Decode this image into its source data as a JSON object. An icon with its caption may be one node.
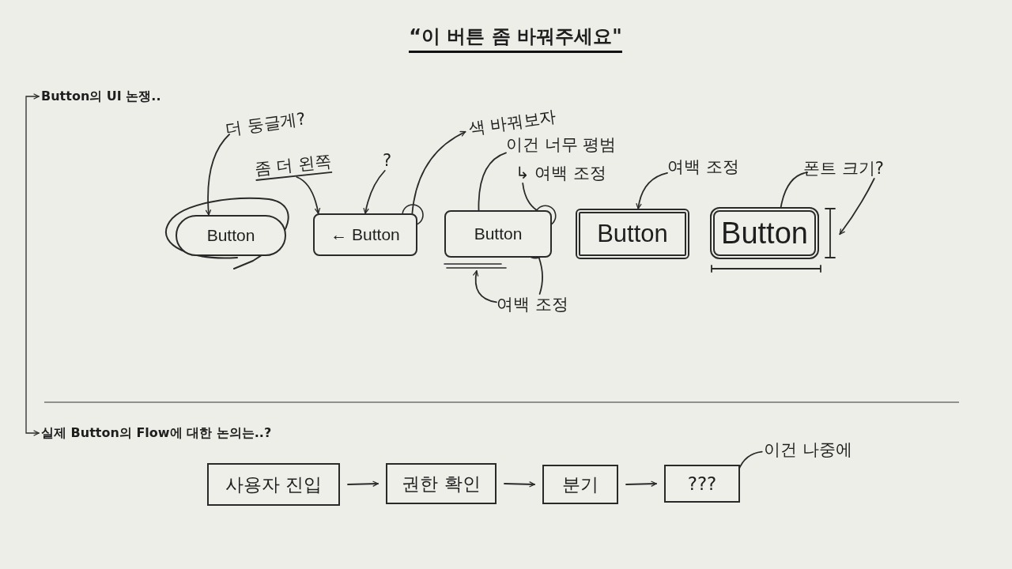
{
  "diagram": {
    "title": "“이 버튼 좀 바꿔주세요\"",
    "nodes": [
      {
        "text": [
          "Button의 UI 논쟁.."
        ]
      },
      {
        "text": [
          "Button"
        ]
      },
      {
        "text": [
          "← Button"
        ]
      },
      {
        "text": [
          "Button"
        ]
      },
      {
        "text": [
          "Button"
        ]
      },
      {
        "text": [
          "Button"
        ]
      },
      {
        "text": [
          "더 둥글게?"
        ]
      },
      {
        "text": [
          "좀 더 왼쪽"
        ]
      },
      {
        "text": [
          "?"
        ]
      },
      {
        "text": [
          "색 바꿔보자"
        ]
      },
      {
        "text": [
          "이건 너무 평범"
        ]
      },
      {
        "text": [
          "↳ 여백 조정"
        ]
      },
      {
        "text": [
          "여백 조정"
        ]
      },
      {
        "text": [
          "여백 조정"
        ]
      },
      {
        "text": [
          "폰트 크기?"
        ]
      },
      {
        "text": [
          "실제 Button의 Flow에 대한 논의는..?"
        ]
      },
      {
        "text": [
          "사용자 진입"
        ]
      },
      {
        "text": [
          "권한 확인"
        ]
      },
      {
        "text": [
          "분기"
        ]
      },
      {
        "text": [
          "???"
        ]
      },
      {
        "text": [
          "이건 나중에"
        ]
      }
    ],
    "edges": [
      {
        "from": 0,
        "to": 15,
        "arrow": "both"
      },
      {
        "from": 6,
        "to": 1,
        "arrow": "to"
      },
      {
        "from": 7,
        "to": 2,
        "arrow": "to"
      },
      {
        "from": 8,
        "to": 2,
        "arrow": "to"
      },
      {
        "from": 2,
        "to": 9,
        "arrow": "to"
      },
      {
        "from": 10,
        "to": 3,
        "arrow": "none"
      },
      {
        "from": 11,
        "to": 3,
        "arrow": "other"
      },
      {
        "from": 12,
        "to": 3,
        "arrow": "to"
      },
      {
        "from": 12,
        "to": 3,
        "arrow": "other"
      },
      {
        "from": 13,
        "to": 4,
        "arrow": "to"
      },
      {
        "from": 14,
        "to": 5,
        "arrow": "none"
      },
      {
        "from": 14,
        "to": 5,
        "arrow": "to"
      },
      {
        "from": 16,
        "to": 17,
        "arrow": "to"
      },
      {
        "from": 17,
        "to": 18,
        "arrow": "to"
      },
      {
        "from": 18,
        "to": 19,
        "arrow": "to"
      },
      {
        "from": 20,
        "to": 19,
        "arrow": "none"
      }
    ]
  }
}
